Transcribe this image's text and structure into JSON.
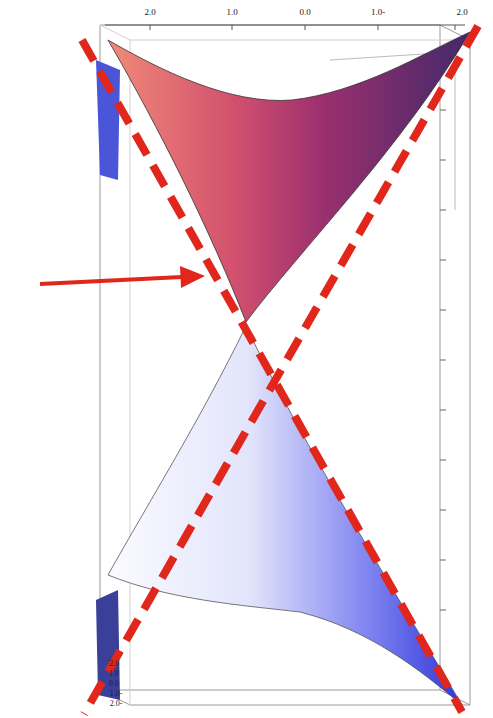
{
  "diagram": {
    "labels": [
      "2.0",
      "1.0",
      "0.0",
      "1.0-",
      "2.0",
      "2.0",
      "1.0",
      "0.0",
      "1.0-",
      "2.0-"
    ]
  }
}
